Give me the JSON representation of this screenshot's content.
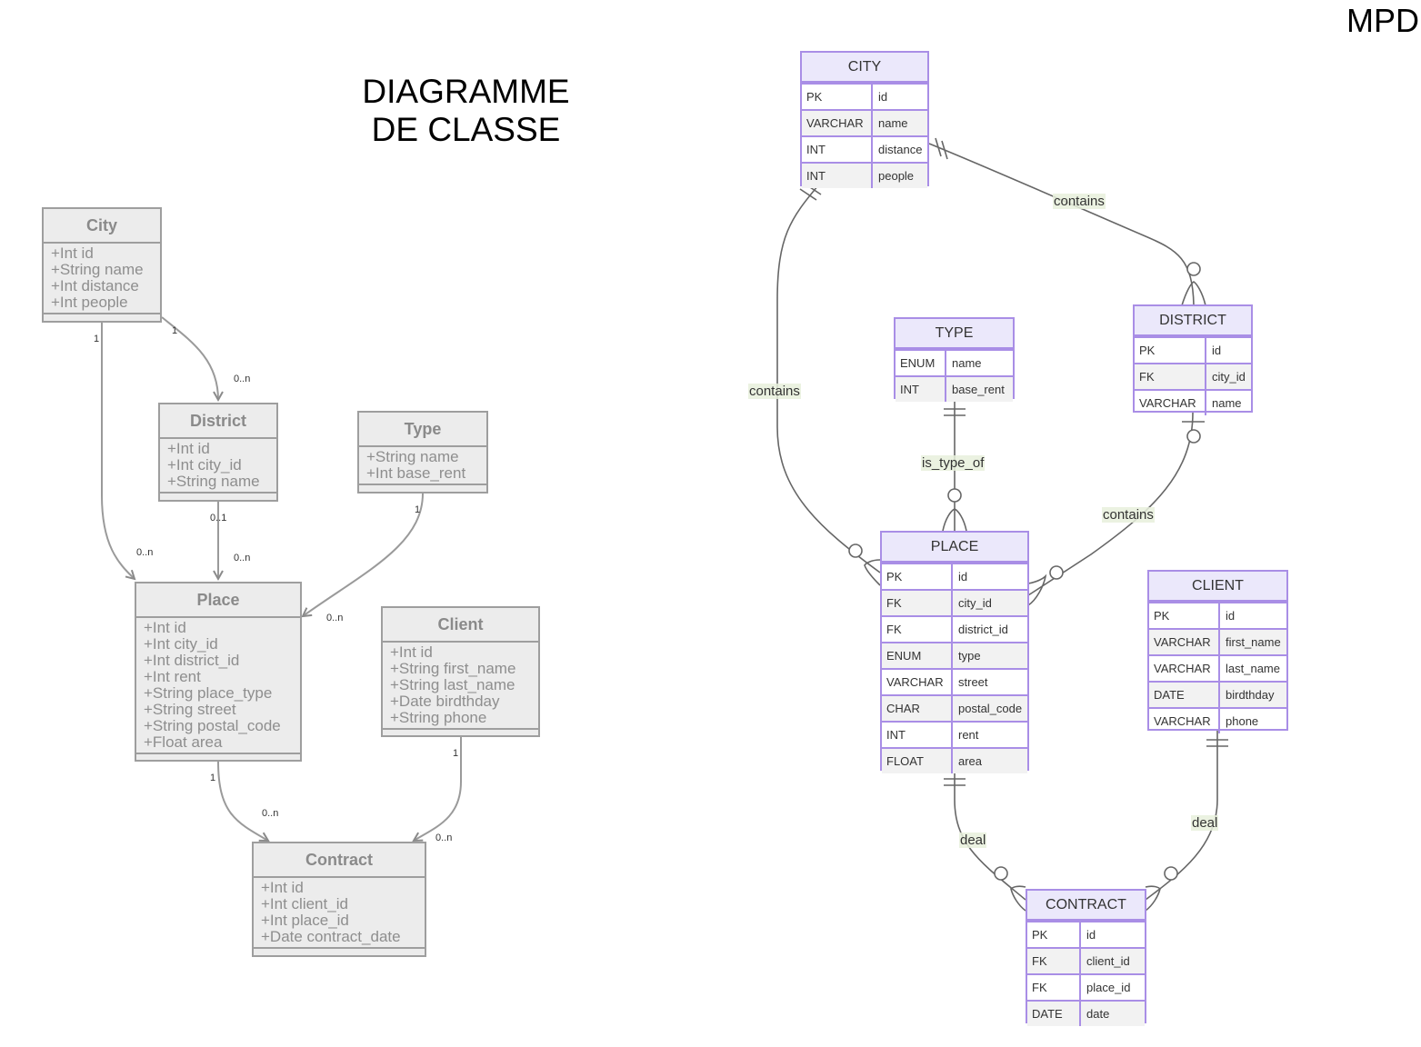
{
  "titles": {
    "class_diagram_line1": "DIAGRAMME",
    "class_diagram_line2": "DE CLASSE",
    "mpd": "MPD"
  },
  "uml": {
    "city": {
      "name": "City",
      "attributes": [
        "+Int id",
        "+String name",
        "+Int distance",
        "+Int people"
      ]
    },
    "district": {
      "name": "District",
      "attributes": [
        "+Int id",
        "+Int city_id",
        "+String name"
      ]
    },
    "type": {
      "name": "Type",
      "attributes": [
        "+String name",
        "+Int base_rent"
      ]
    },
    "place": {
      "name": "Place",
      "attributes": [
        "+Int id",
        "+Int city_id",
        "+Int district_id",
        "+Int rent",
        "+String place_type",
        "+String street",
        "+String postal_code",
        "+Float area"
      ]
    },
    "client": {
      "name": "Client",
      "attributes": [
        "+Int id",
        "+String first_name",
        "+String last_name",
        "+Date birdthday",
        "+String phone"
      ]
    },
    "contract": {
      "name": "Contract",
      "attributes": [
        "+Int id",
        "+Int client_id",
        "+Int place_id",
        "+Date contract_date"
      ]
    },
    "multiplicities": {
      "city_district_src": "1",
      "city_district_dst": "0..n",
      "city_place_src": "1",
      "city_place_dst": "0..n",
      "district_place_src": "0..1",
      "district_place_dst": "0..n",
      "type_place_src": "1",
      "type_place_dst": "0..n",
      "place_contract_src": "1",
      "place_contract_dst": "0..n",
      "client_contract_src": "1",
      "client_contract_dst": "0..n"
    }
  },
  "er": {
    "city": {
      "name": "CITY",
      "rows": [
        [
          "PK",
          "id"
        ],
        [
          "VARCHAR",
          "name"
        ],
        [
          "INT",
          "distance"
        ],
        [
          "INT",
          "people"
        ]
      ]
    },
    "type": {
      "name": "TYPE",
      "rows": [
        [
          "ENUM",
          "name"
        ],
        [
          "INT",
          "base_rent"
        ]
      ]
    },
    "district": {
      "name": "DISTRICT",
      "rows": [
        [
          "PK",
          "id"
        ],
        [
          "FK",
          "city_id"
        ],
        [
          "VARCHAR",
          "name"
        ]
      ]
    },
    "place": {
      "name": "PLACE",
      "rows": [
        [
          "PK",
          "id"
        ],
        [
          "FK",
          "city_id"
        ],
        [
          "FK",
          "district_id"
        ],
        [
          "ENUM",
          "type"
        ],
        [
          "VARCHAR",
          "street"
        ],
        [
          "CHAR",
          "postal_code"
        ],
        [
          "INT",
          "rent"
        ],
        [
          "FLOAT",
          "area"
        ]
      ]
    },
    "client": {
      "name": "CLIENT",
      "rows": [
        [
          "PK",
          "id"
        ],
        [
          "VARCHAR",
          "first_name"
        ],
        [
          "VARCHAR",
          "last_name"
        ],
        [
          "DATE",
          "birdthday"
        ],
        [
          "VARCHAR",
          "phone"
        ]
      ]
    },
    "contract": {
      "name": "CONTRACT",
      "rows": [
        [
          "PK",
          "id"
        ],
        [
          "FK",
          "client_id"
        ],
        [
          "FK",
          "place_id"
        ],
        [
          "DATE",
          "date"
        ]
      ]
    },
    "relationships": {
      "city_district": "contains",
      "city_place": "contains",
      "district_place": "contains",
      "type_place": "is_type_of",
      "place_contract": "deal",
      "client_contract": "deal"
    }
  },
  "colors": {
    "uml_fill": "#ececec",
    "uml_border": "#9e9e9e",
    "er_border": "#a98ee6",
    "er_header": "#ebe8fb",
    "line": "#666666"
  }
}
